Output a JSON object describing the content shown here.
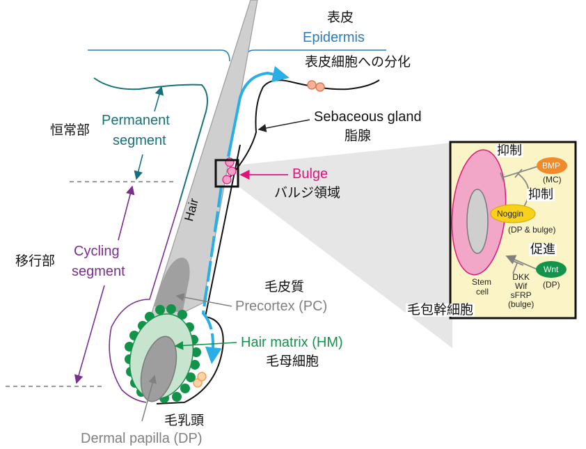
{
  "colors": {
    "epidermis": "#2b7bbd",
    "permanent": "#16707a",
    "cycling": "#7b2d8e",
    "bulge": "#e0137a",
    "hair_matrix": "#13934a",
    "precortex": "#808080",
    "dermal_papilla": "#808080",
    "migration_arrow": "#29aee6",
    "panel_bg": "#fbf4c6",
    "stem_cell": "#f2a6c8",
    "bmp": "#f08a2a",
    "noggin": "#f7d11a",
    "wnt": "#14934a"
  },
  "labels": {
    "epidermis_jp": "表皮",
    "epidermis_en": "Epidermis",
    "differentiation_jp": "表皮細胞への分化",
    "sebaceous_en": "Sebaceous gland",
    "sebaceous_jp": "脂腺",
    "bulge_en": "Bulge",
    "bulge_jp": "バルジ領域",
    "permanent_jp": "恒常部",
    "permanent_en_1": "Permanent",
    "permanent_en_2": "segment",
    "cycling_jp": "移行部",
    "cycling_en_1": "Cycling",
    "cycling_en_2": "segment",
    "hair": "Hair",
    "precortex_jp": "毛皮質",
    "precortex_en": "Precortex (PC)",
    "hair_matrix_en": "Hair matrix (HM)",
    "hair_matrix_jp": "毛母細胞",
    "dp_jp": "毛乳頭",
    "dp_en": "Dermal papilla (DP)",
    "stem_cell_jp": "毛包幹細胞"
  },
  "panel": {
    "inhibit_1": "抑制",
    "bmp": "BMP",
    "bmp_source": "(MC)",
    "inhibit_2": "抑制",
    "noggin": "Noggin",
    "noggin_source": "(DP & bulge)",
    "promote": "促進",
    "wnt": "Wnt",
    "wnt_source": "(DP)",
    "stem_cell_1": "Stem",
    "stem_cell_2": "cell",
    "inhibitors": [
      "DKK",
      "Wif",
      "sFRP",
      "(bulge)"
    ]
  }
}
